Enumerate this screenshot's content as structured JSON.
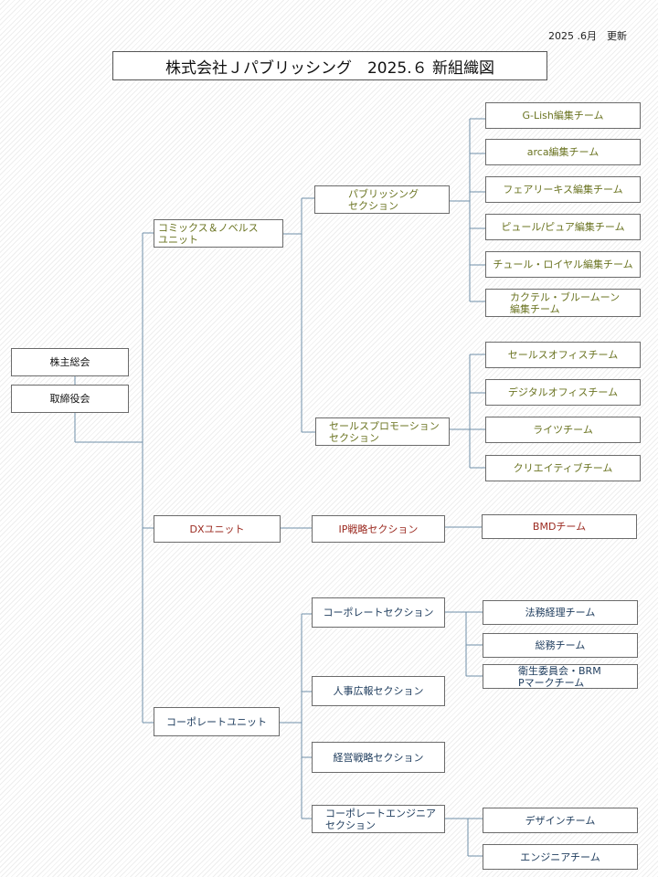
{
  "header": {
    "update_note": "2025 .6月　更新",
    "title": "株式会社Ｊパブリッシング　2025.６ 新組織図"
  },
  "top": {
    "shareholders": "株主総会",
    "board": "取締役会"
  },
  "units": {
    "comics": {
      "label": "コミックス＆ノベルス\nユニット",
      "publishing_section": {
        "label": "パブリッシング\nセクション",
        "teams": [
          "G-Lish編集チーム",
          "arca編集チーム",
          "フェアリーキス編集チーム",
          "ピュール/ピュア編集チーム",
          "チュール・ロイヤル編集チーム",
          "カクテル・ブルームーン\n編集チーム"
        ]
      },
      "sales_section": {
        "label": "セールスプロモーション\nセクション",
        "teams": [
          "セールスオフィスチーム",
          "デジタルオフィスチーム",
          "ライツチーム",
          "クリエイティブチーム"
        ]
      }
    },
    "dx": {
      "label": "DXユニット",
      "ip_section": {
        "label": "IP戦略セクション",
        "teams": [
          "BMDチーム"
        ]
      }
    },
    "corporate": {
      "label": "コーポレートユニット",
      "corporate_section": {
        "label": "コーポレートセクション",
        "teams": [
          "法務経理チーム",
          "総務チーム",
          "衛生委員会・BRM\nPマークチーム"
        ]
      },
      "hr_section": "人事広報セクション",
      "strategy_section": "経営戦略セクション",
      "engineer_section": {
        "label": "コーポレートエンジニア\nセクション",
        "teams": [
          "デザインチーム",
          "エンジニアチーム"
        ]
      }
    }
  }
}
